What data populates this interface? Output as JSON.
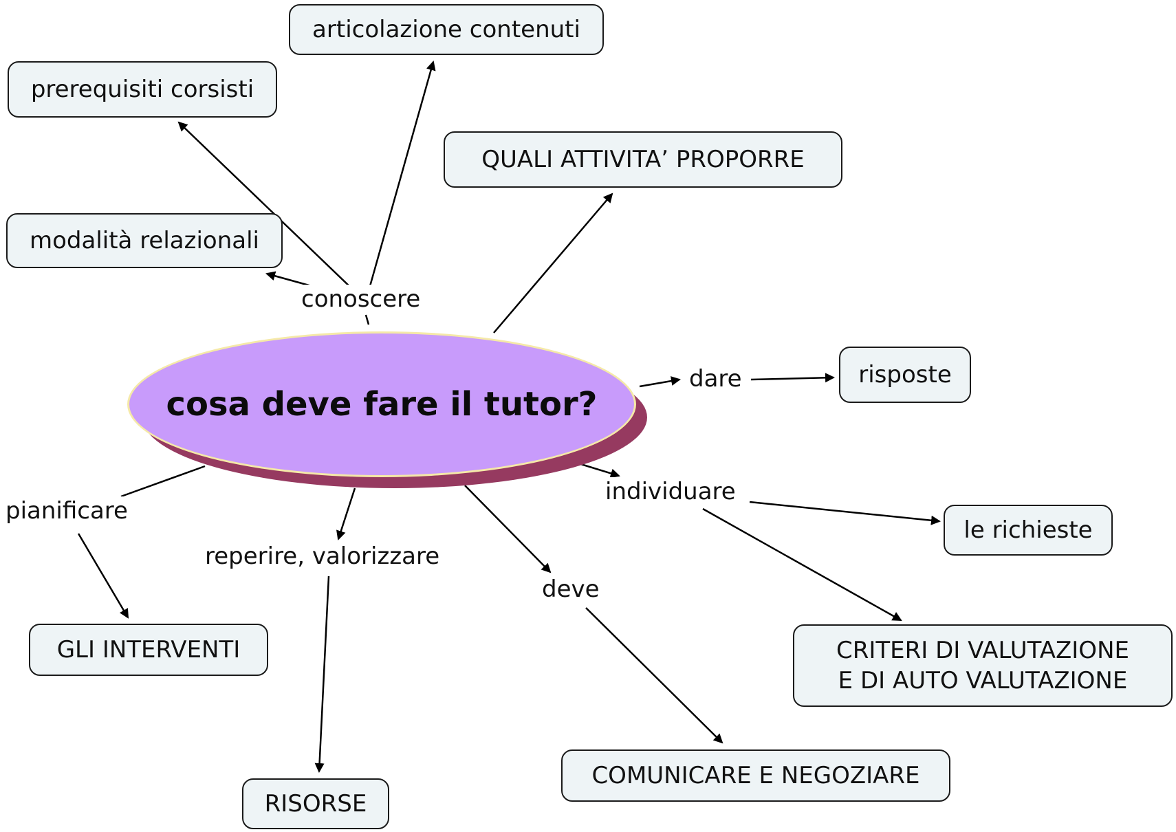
{
  "center": {
    "text": "cosa deve fare il tutor?"
  },
  "links": {
    "conoscere": "conoscere",
    "dare": "dare",
    "individuare": "individuare",
    "pianificare": "pianificare",
    "reperire": "reperire, valorizzare",
    "deve": "deve"
  },
  "concepts": {
    "articolazione": "articolazione contenuti",
    "prerequisiti": "prerequisiti corsisti",
    "modalita": "modalità relazionali",
    "quali_attivita": "QUALI ATTIVITA’ PROPORRE",
    "risposte": "risposte",
    "richieste": "le richieste",
    "criteri_line1": "CRITERI DI VALUTAZIONE",
    "criteri_line2": "E DI AUTO VALUTAZIONE",
    "interventi": "GLI INTERVENTI",
    "risorse": "RISORSE",
    "comunicare": "COMUNICARE E NEGOZIARE"
  },
  "colors": {
    "center_fill": "#c89bfb",
    "center_shadow": "#963a60",
    "center_border": "#f5e9a8",
    "node_fill": "#eef4f6",
    "line": "#000000"
  }
}
